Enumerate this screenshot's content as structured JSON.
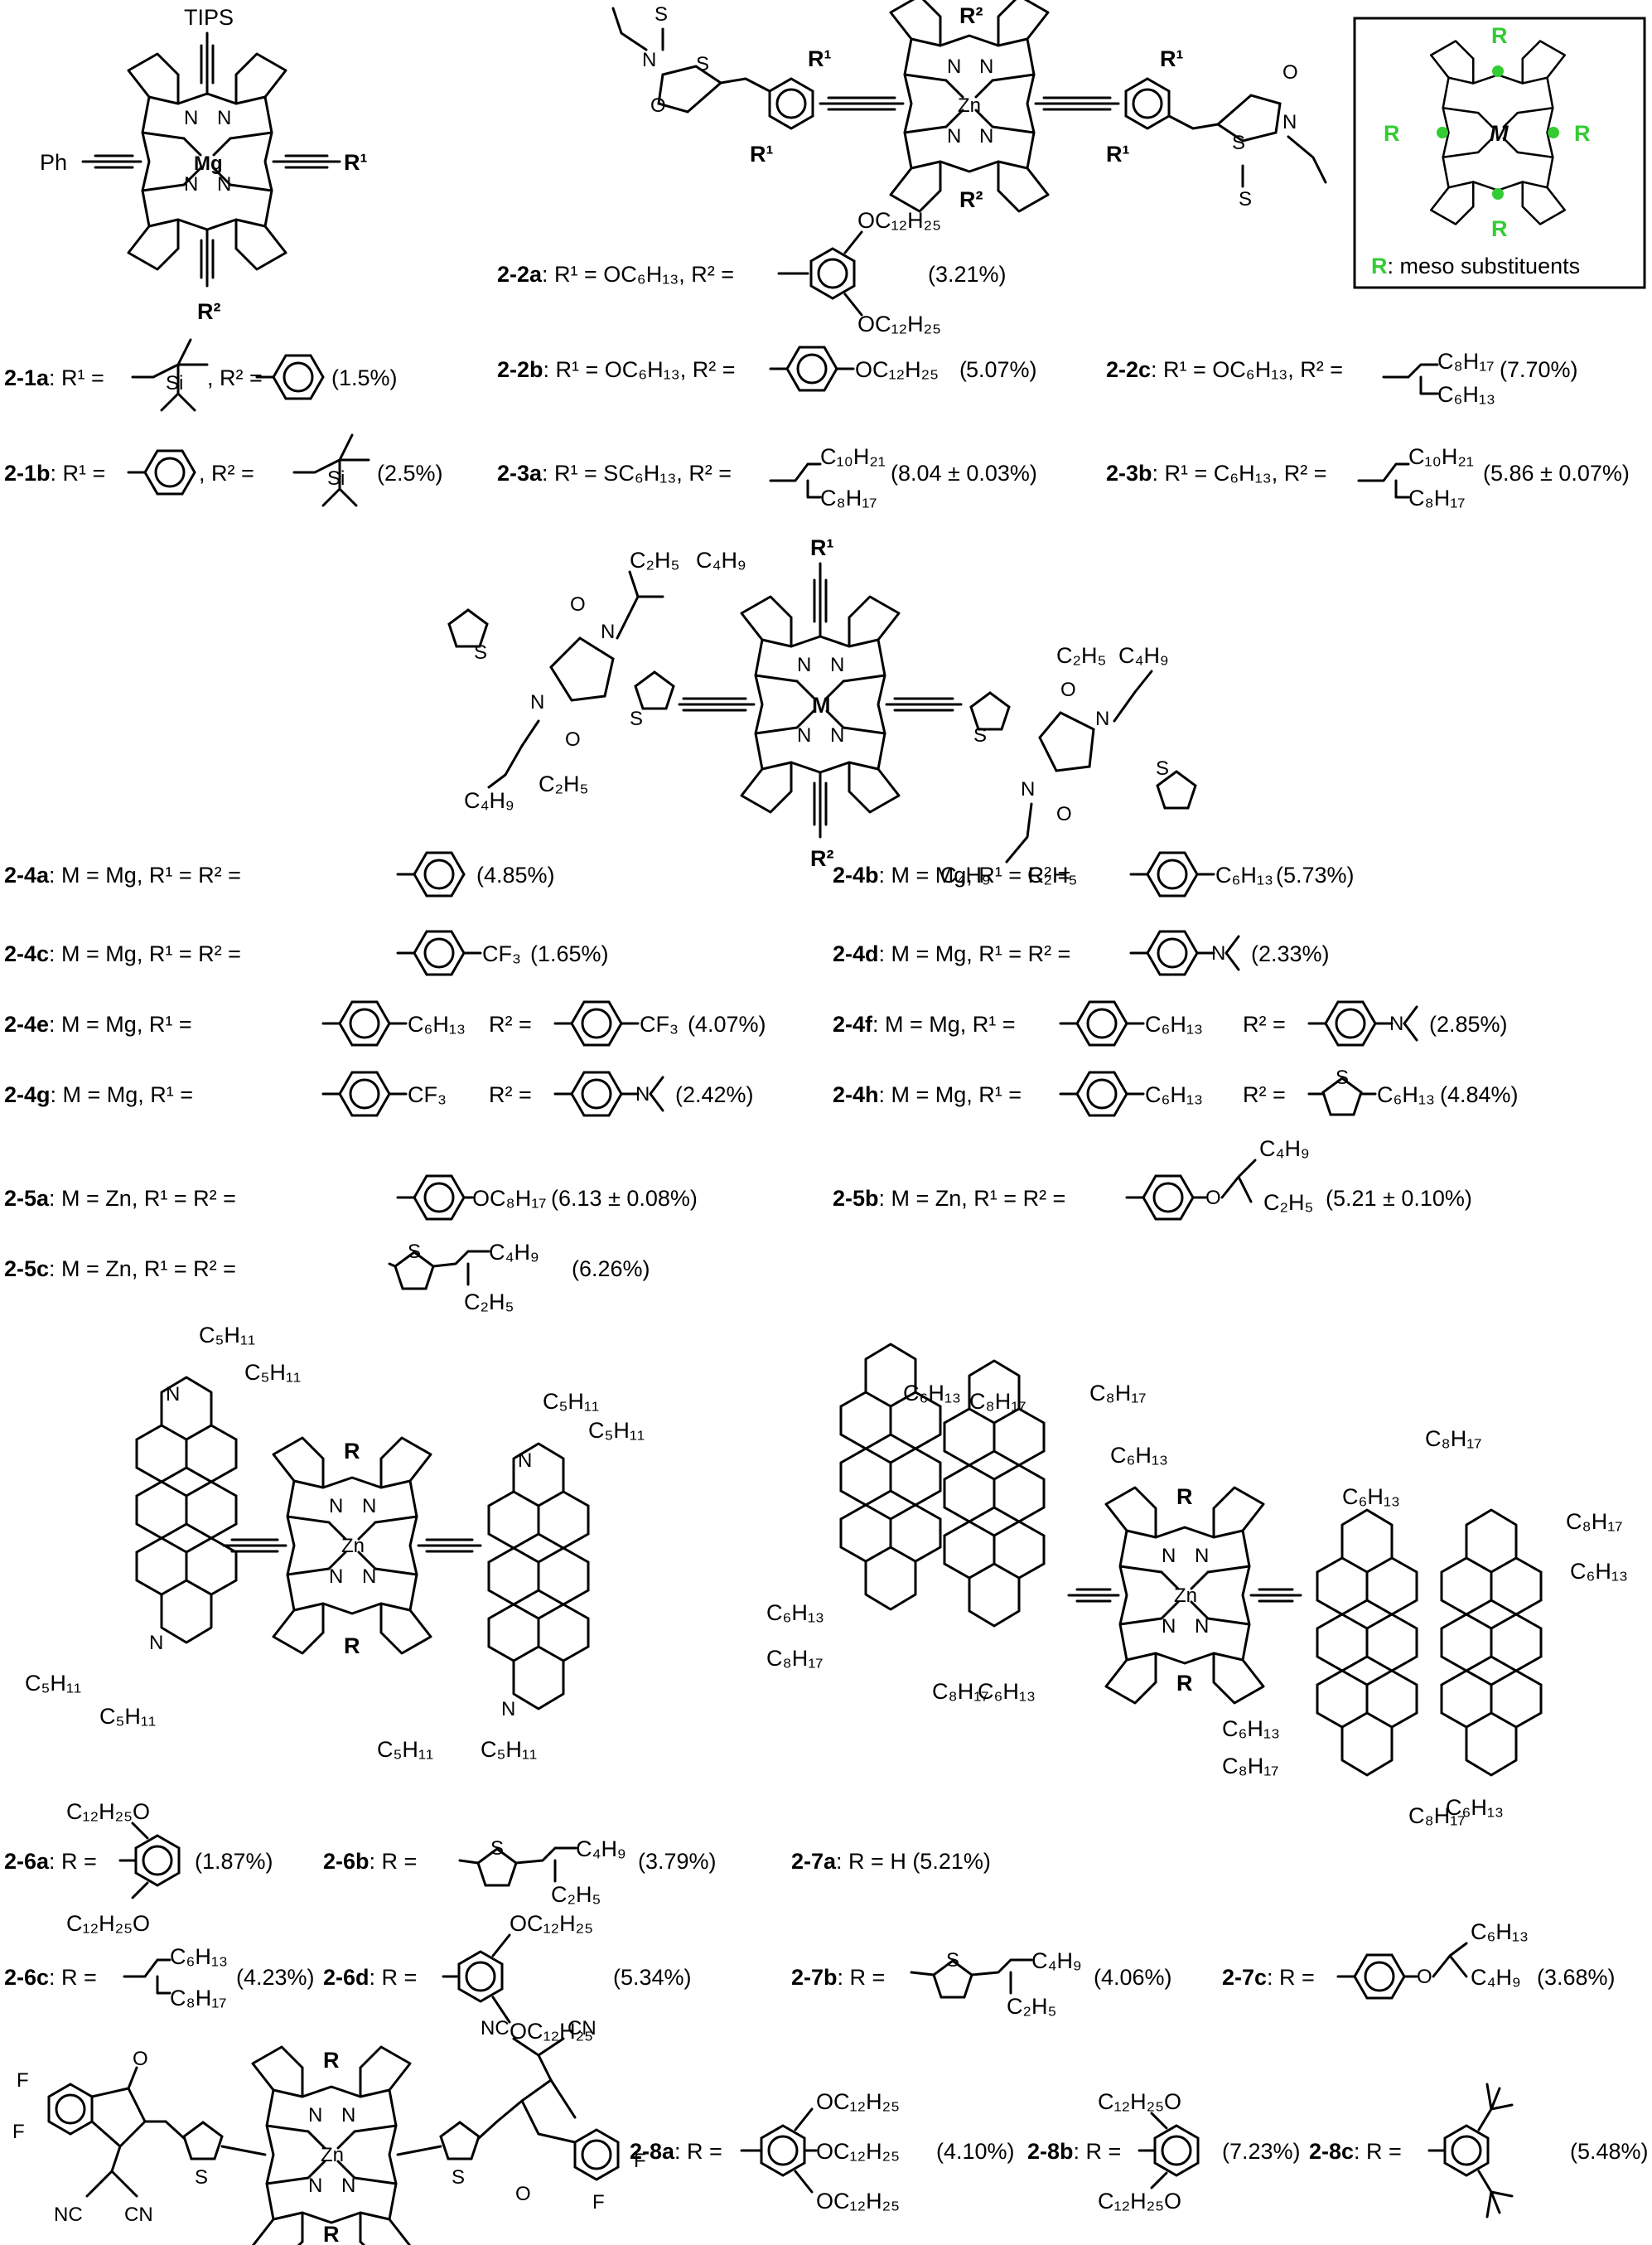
{
  "legend_box": {
    "substituent": "R",
    "metal": "M",
    "caption_prefix": "R",
    "caption_text": ": meso substituents",
    "highlight_color": "#33cc33"
  },
  "atoms": {
    "tips": "TIPS",
    "ph": "Ph",
    "mg": "Mg",
    "zn": "Zn",
    "m": "M",
    "n": "N",
    "s": "S",
    "o": "O",
    "r": "R",
    "r1": "R¹",
    "r2": "R²",
    "si": "Si",
    "f": "F",
    "nc": "NC",
    "cn": "CN"
  },
  "fragments": {
    "c2h5": "C₂H₅",
    "c4h9": "C₄H₉",
    "c5h11": "C₅H₁₁",
    "c6h13": "C₆H₁₃",
    "c8h17": "C₈H₁₇",
    "c10h21": "C₁₀H₂₁",
    "oc12h25": "OC₁₂H₂₅",
    "c12h25o": "C₁₂H₂₅O",
    "oc8h17": "OC₈H₁₇",
    "cf3": "CF₃"
  },
  "compounds": [
    {
      "id": "2-1a",
      "text": ": R¹ = ",
      "mid": ", R² = ",
      "pce": "(1.5%)"
    },
    {
      "id": "2-1b",
      "text": ": R¹ = ",
      "mid": ", R² = ",
      "pce": "(2.5%)"
    },
    {
      "id": "2-2a",
      "text": ": R¹ = OC₆H₁₃, R² = ",
      "pce": "(3.21%)"
    },
    {
      "id": "2-2b",
      "text": ": R¹ = OC₆H₁₃, R² = ",
      "pce": "5.07%)"
    },
    {
      "id": "2-2c",
      "text": ": R¹ = OC₆H₁₃, R² = ",
      "pce": "(7.70%)"
    },
    {
      "id": "2-3a",
      "text": ": R¹ = SC₆H₁₃, R² = ",
      "pce": "(8.04 ± 0.03%)"
    },
    {
      "id": "2-3b",
      "text": ": R¹ = C₆H₁₃, R² = ",
      "pce": "(5.86 ± 0.07%)"
    },
    {
      "id": "2-4a",
      "text": ": M = Mg, R¹ = R² = ",
      "pce": "(4.85%)"
    },
    {
      "id": "2-4b",
      "text": ": M = Mg, R¹ = R² = ",
      "pce": "(5.73%)"
    },
    {
      "id": "2-4c",
      "text": ": M = Mg, R¹ = R² = ",
      "pce": "(1.65%)"
    },
    {
      "id": "2-4d",
      "text": ": M = Mg, R¹ = R² = ",
      "pce": "(2.33%)"
    },
    {
      "id": "2-4e",
      "text": ": M = Mg, R¹ = ",
      "mid": "R² = ",
      "pce": "(4.07%)"
    },
    {
      "id": "2-4f",
      "text": ": M = Mg, R¹ = ",
      "mid": "R² = ",
      "pce": "(2.85%)"
    },
    {
      "id": "2-4g",
      "text": ": M = Mg, R¹ = ",
      "mid": "R² = ",
      "pce": "(2.42%)"
    },
    {
      "id": "2-4h",
      "text": ": M = Mg, R¹ = ",
      "mid": "R² = ",
      "pce": "(4.84%)"
    },
    {
      "id": "2-5a",
      "text": ": M = Zn, R¹ = R² = ",
      "pce": "(6.13 ± 0.08%)"
    },
    {
      "id": "2-5b",
      "text": ": M = Zn, R¹ = R² = ",
      "pce": "(5.21 ± 0.10%)"
    },
    {
      "id": "2-5c",
      "text": ": M = Zn, R¹ = R² = ",
      "pce": "(6.26%)"
    },
    {
      "id": "2-6a",
      "text": ": R = ",
      "pce": "(1.87%)"
    },
    {
      "id": "2-6b",
      "text": ": R = ",
      "pce": "(3.79%)"
    },
    {
      "id": "2-6c",
      "text": ": R = ",
      "pce": "(4.23%)"
    },
    {
      "id": "2-6d",
      "text": ": R = ",
      "pce": "(5.34%)"
    },
    {
      "id": "2-7a",
      "text": ": R = H (5.21%)",
      "pce": ""
    },
    {
      "id": "2-7b",
      "text": ": R = ",
      "pce": "(4.06%)"
    },
    {
      "id": "2-7c",
      "text": ": R = ",
      "pce": "(3.68%)"
    },
    {
      "id": "2-8a",
      "text": ": R = ",
      "pce": "(4.10%)"
    },
    {
      "id": "2-8b",
      "text": ": R = ",
      "pce": "(7.23%)"
    },
    {
      "id": "2-8c",
      "text": ": R = ",
      "pce": "(5.48%)"
    }
  ]
}
